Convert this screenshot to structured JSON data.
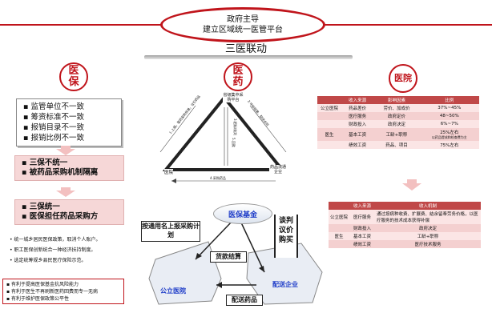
{
  "banner": {
    "line1": "政府主导",
    "line2": "建立区域统一医管平台"
  },
  "subtitle": "三医联动",
  "circles": {
    "left": "医\n保",
    "mid": "医\n药",
    "right": "医院"
  },
  "left": {
    "box1": [
      "监管单位不一致",
      "筹资标准不一致",
      "报销目录不一致",
      "报销比例不一致"
    ],
    "box2": [
      "三保不统一",
      "被药品采购机制隔离"
    ],
    "box3": [
      "三保统一",
      "医保担任药品采购方"
    ],
    "bullets": [
      "统一城乡居民医保政策，取消个人账户。",
      "职工医保创新统合一种经济扶持制度。",
      "选定统筹规乡县民医疗保险示范。"
    ],
    "box4": [
      "有利于提高医保基金抗风险能力",
      "有利于医生不再刷新医药回费而专一无病",
      "有利于维护医保政策公平性"
    ]
  },
  "triangle": {
    "top": "省级集中采购平台",
    "left": "医院",
    "right": "药品流通企业",
    "e_left": "1.上报，医药采购目录，议价药品",
    "e_right": "2.中标结果，配送合同",
    "e_bottom": "4.采购药品",
    "e_mid": "3.招标/谈判",
    "e_mid2": "5.回款"
  },
  "table1": {
    "headers": [
      "收入来源",
      "影响因素",
      "比例"
    ],
    "rows": [
      [
        "公立医院",
        "药品差价",
        "劳价、加成价",
        "37%~45%"
      ],
      [
        "",
        "医疗服务",
        "政府定价",
        "48~50%"
      ],
      [
        "",
        "财政投入",
        "政府决定",
        "6%~7%"
      ],
      [
        "医生",
        "基本工资",
        "工龄+职称",
        "25%左右"
      ],
      [
        "",
        "绩效工资",
        "药品、项目",
        "75%左右"
      ]
    ],
    "note": "以药品提成和检查费为主"
  },
  "table2": {
    "headers": [
      "收入来源",
      "收入机制"
    ],
    "rows": [
      [
        "公立医院",
        "医疗服务",
        "通过按病种收费、扩展费、结余留奉劳务价格，以医疗服务的技术成本获得补偿"
      ],
      [
        "",
        "财政投入",
        "政府决定"
      ],
      [
        "医生",
        "基本工资",
        "工龄+职称"
      ],
      [
        "",
        "绩效工资",
        "医疗技术服务"
      ]
    ]
  },
  "bottom": {
    "fund": "医保基金",
    "report": "按通用名上报采购计划",
    "bargain": "谈判议价购买",
    "settle": "货款结算",
    "hospital": "公立医院",
    "deliver": "配送药品",
    "enterprise": "配送企业"
  },
  "colors": {
    "red": "#c0141b",
    "pink": "#f6d7d7",
    "blue": "#1e3cc8"
  }
}
